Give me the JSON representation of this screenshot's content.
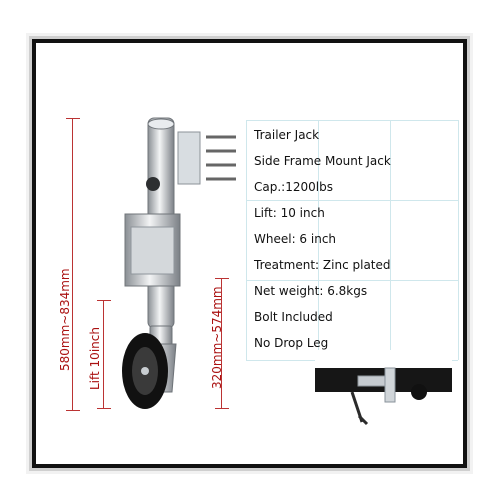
{
  "dimensions": {
    "overall_height": "580mm~834mm",
    "lift": "Lift 10inch",
    "base_height": "320mm~574mm"
  },
  "specs": [
    "Trailer Jack",
    "Side Frame Mount Jack",
    "Cap.:1200lbs",
    "Lift: 10 inch",
    "Wheel: 6 inch",
    "Treatment: Zinc plated",
    "Net weight: 6.8kgs",
    "Bolt Included",
    "No Drop Leg"
  ]
}
